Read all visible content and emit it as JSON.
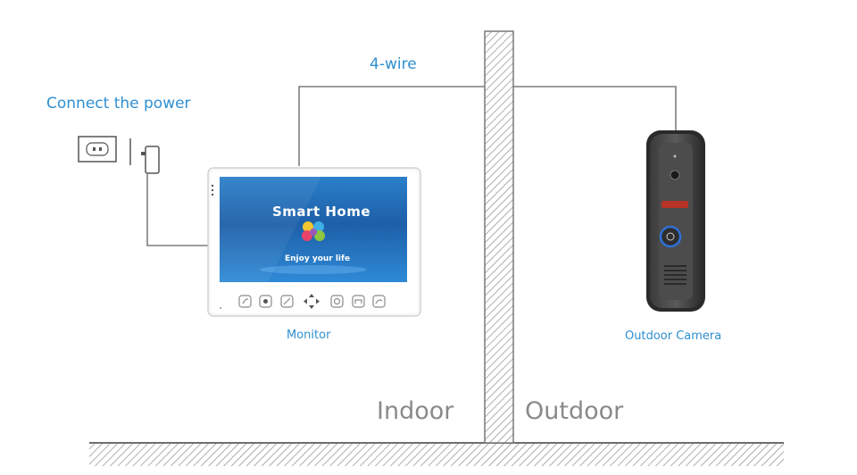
{
  "labels": {
    "wire": "4-wire",
    "power": "Connect the power",
    "monitor": "Monitor",
    "camera": "Outdoor Camera",
    "indoor": "Indoor",
    "outdoor": "Outdoor"
  },
  "screen": {
    "title": "Smart Home",
    "tagline": "Enjoy your life"
  },
  "colors": {
    "label_blue": "#2f8fd0",
    "zone_gray": "#8a8a8a",
    "wire_gray": "#7f7f7f",
    "screen_blue": "#1d5fa8"
  },
  "monitor_buttons": [
    "phone-icon",
    "camera-icon",
    "transfer-icon",
    "direction-pad-icon",
    "settings-icon",
    "unlock-icon",
    "hangup-icon"
  ]
}
